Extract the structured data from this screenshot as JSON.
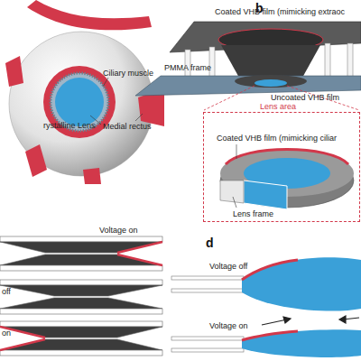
{
  "diagram": {
    "nodes": [
      {
        "text": [
          "Lens area"
        ]
      }
    ],
    "labels": [
      "b",
      "Coated VHB film (mimicking extraoc",
      "PMMA frame",
      "Uncoated VHB film",
      "Coated VHB film (mimicking ciliar",
      "Lens frame",
      "Ciliary muscle",
      "rystalline Lens",
      "Medial rectus",
      "Voltage on",
      "off",
      "on",
      "d",
      "Voltage off",
      "Voltage on"
    ]
  }
}
